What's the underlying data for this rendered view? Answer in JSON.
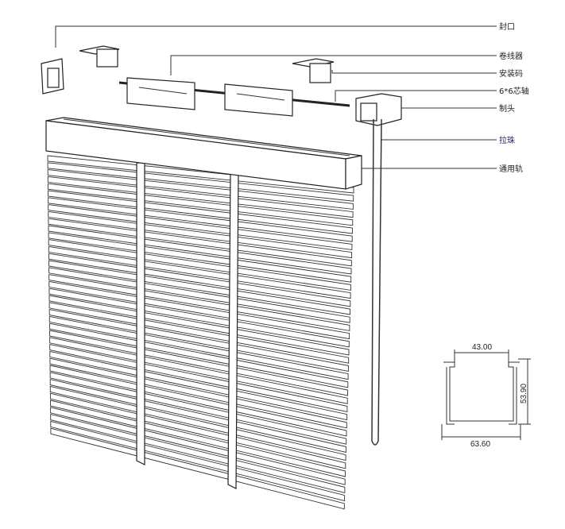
{
  "labels": {
    "end_cap": "封口",
    "cord_lock": "卷线器",
    "mounting_bracket": "安装码",
    "shaft": "6*6芯轴",
    "control_head": "制头",
    "bead_chain": "拉珠",
    "rail": "通用轨"
  },
  "dimensions": {
    "top_width": "43.00",
    "height": "53.90",
    "bottom_width": "63.60"
  },
  "colors": {
    "bead_chain_label": "#1a2a6c",
    "line": "#222222"
  }
}
